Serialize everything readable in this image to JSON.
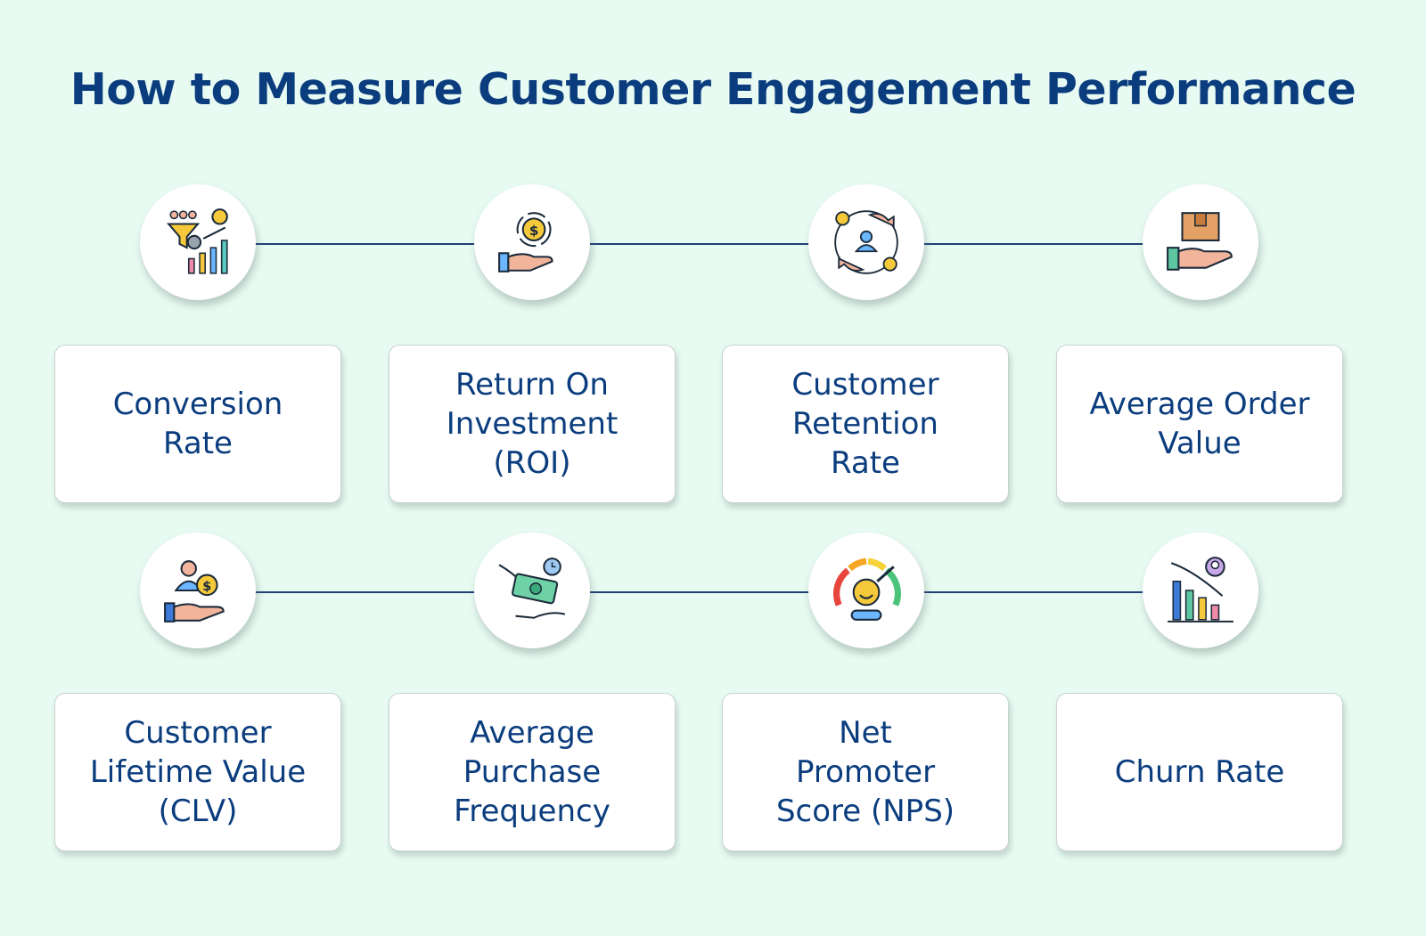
{
  "title": "How to Measure Customer Engagement Performance",
  "colors": {
    "background": "#e8fbf3",
    "title": "#0b3d7e",
    "connector": "#1f3f78",
    "card": "#ffffff"
  },
  "metrics_row1": [
    {
      "label": "Conversion\nRate",
      "icon": "conversion-funnel-icon"
    },
    {
      "label": "Return On\nInvestment\n(ROI)",
      "icon": "roi-hand-coin-icon"
    },
    {
      "label": "Customer\nRetention\nRate",
      "icon": "retention-hands-icon"
    },
    {
      "label": "Average Order\nValue",
      "icon": "order-box-hand-icon"
    }
  ],
  "metrics_row2": [
    {
      "label": "Customer\nLifetime Value\n(CLV)",
      "icon": "lifetime-value-icon"
    },
    {
      "label": "Average\nPurchase\nFrequency",
      "icon": "purchase-cash-hands-icon"
    },
    {
      "label": "Net\nPromoter\nScore (NPS)",
      "icon": "nps-gauge-icon"
    },
    {
      "label": "Churn Rate",
      "icon": "churn-chart-icon"
    }
  ]
}
